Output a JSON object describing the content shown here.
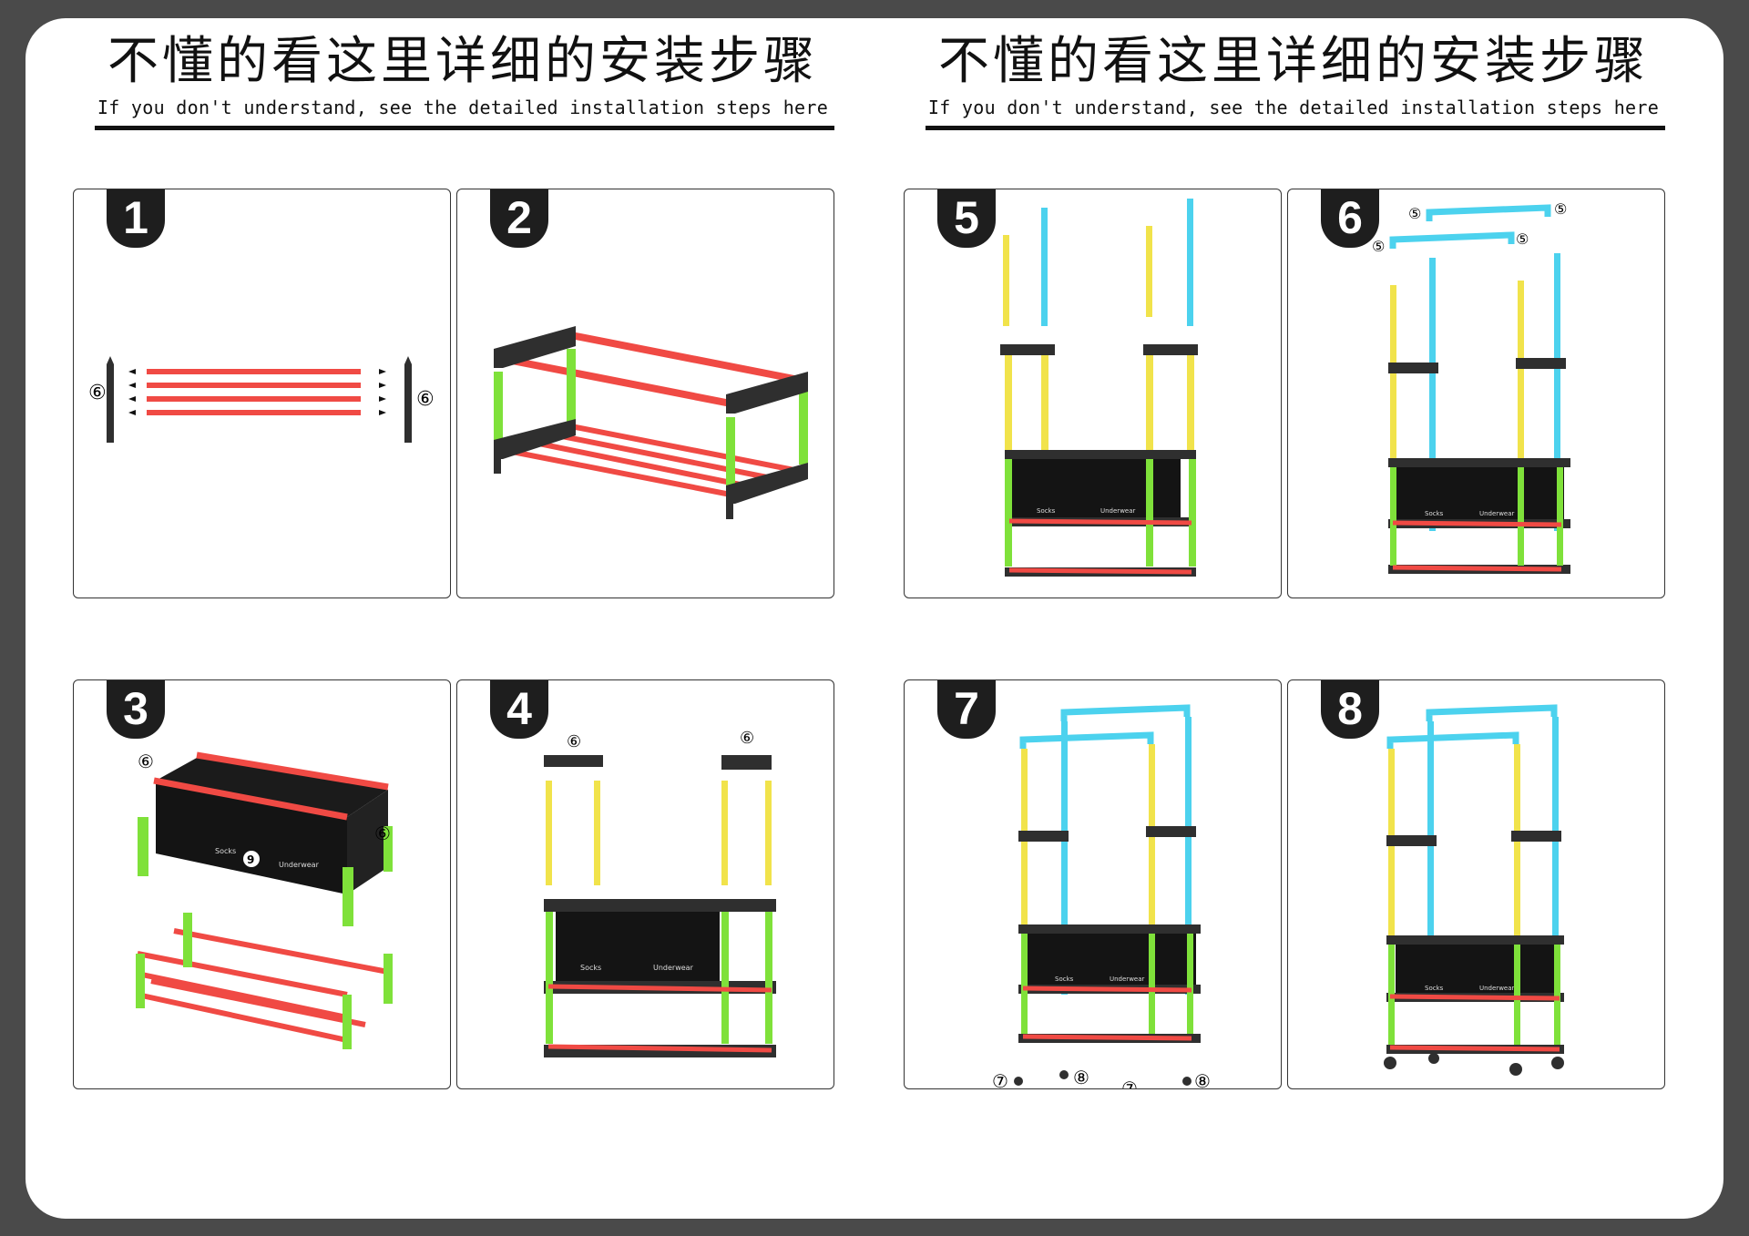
{
  "header": {
    "left": {
      "cn": "不懂的看这里详细的安装步骤",
      "en": "If you don't understand, see the detailed installation steps here"
    },
    "right": {
      "cn": "不懂的看这里详细的安装步骤",
      "en": "If you don't understand, see the detailed installation steps here"
    }
  },
  "steps": [
    {
      "number": "1"
    },
    {
      "number": "2"
    },
    {
      "number": "3"
    },
    {
      "number": "4"
    },
    {
      "number": "5"
    },
    {
      "number": "6"
    },
    {
      "number": "7"
    },
    {
      "number": "8"
    }
  ],
  "labels": {
    "part5": "⑤",
    "part6": "⑥",
    "part7": "⑦",
    "part8": "⑧",
    "part9": "9",
    "socks": "Socks",
    "underwear": "Underwear"
  },
  "colors": {
    "frame": "#2f2f2f",
    "red": "#f04a44",
    "green": "#7fe13a",
    "yellow": "#f1e34b",
    "cyan": "#4cd2ee",
    "box": "#141414"
  }
}
